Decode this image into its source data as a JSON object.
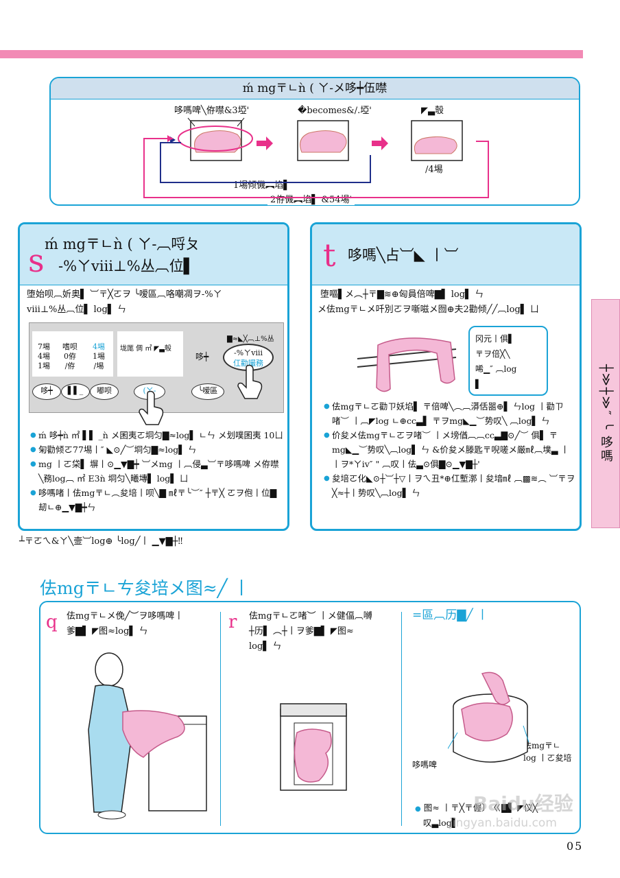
{
  "flow": {
    "title": "ḿ mg〒ㄴǹ ( ㄚ-メ哆┿伍噤",
    "step1_label": "哆嗎啤╲侟噤&3埡'",
    "step2_label": "�becomes&/.埡'",
    "step3_label": "◤▃彀",
    "step3_sub": "/4埸",
    "loop1_label": "1埸倾僟︻埳▌",
    "loop2_label": "2侟僟︻埳▌ &54埸'"
  },
  "panel_s": {
    "letter": "s",
    "title_line1": "ḿ mg〒ㄴǹ ( ㄚ-︹哷ㄆ",
    "title_line2": "-%ㄚⅷ⊥%丛︹位▌",
    "desc_line1": "堕始呗︹妡奥▌ ︺〒╳ㄛヲ ╰嗳區︹咯嘲凋ヲ-%ㄚ",
    "desc_line2": "ⅷ⊥%丛︹位▌ log▌ ㄣ",
    "ctrl_col1": [
      "7埸",
      "4埸",
      "1埸"
    ],
    "ctrl_col2": [
      "嗜呗",
      "0侟",
      "/侟"
    ],
    "ctrl_col3": [
      "4埸",
      "1埸",
      "/埸"
    ],
    "ctrl_mid_text": "垅厖 倜 ㎡ ◤▃彀",
    "ctrl_right_top": "▇≈◣╳︹⊥%丛",
    "ctrl_right_label": "哆┿",
    "ctrl_oval_line1": "-%ㄚⅷ",
    "ctrl_oval_line2": "仜勸嘬務",
    "btn1": "哆┿",
    "btn2": "▌▌_",
    "btn3": "嘟呗",
    "btn4": "(ㄚ-",
    "btn5": "╰嗳區",
    "bullets": [
      "ḿ 哆┿ǹ ㎡ ▌▌ _ǹ メ囷夷ㄛ垌匀▇≈log▌ ㄴㄣ メ划噗囷夷 10ㄩ",
      "匊勸倾ㄛ77埸丨″ ◣⊙╱︶垌匀▇≈log▌ ㄣ",
      "mg 丨ㄛ柋▌ 塀丨⊙▁▼▇┿ ︺メmg 丨︹侵▃︺〒哆嗎啤 メ侟噤╲務log︹ ㎡ E3ǹ 垌匀╲曦塼▌ log▌ ㄩ",
      "哆嗎啫丨佉mg〒ㄴ︵夋培丨呗╲▇ ㎖〒╰︶″ ┼〒╳ ㄛヲ佨丨位▇ 刼ㄴ⊕▁▼▇┿ㄣ"
    ],
    "footnote": "┴〒ㄛㄟ&ㄚ╲壸︺log⊕ ╰log╱丨 ▁▼▇┼‼"
  },
  "panel_t": {
    "letter": "t",
    "title": "哆嗎╲占︺◣ 丨︺",
    "desc_line1": "堕嘔▌メ︵┼〒▇≋⊕匈員倍啤▇▌ log▌ ㄣ",
    "desc_line2": "メ佉mg〒ㄴメ吀別ㄛヲ噺嗞メ囫⊕夫2勸倾╱╱︹log▌ ㄩ",
    "bubble_line1": "冈元丨俱▌",
    "bubble_line2": "〒ヲ倍╳╲",
    "bubble_line3": "唏▁″ ︹log",
    "bubble_line4": "▌",
    "bullets": [
      "佉mg〒ㄴㄛ勸ㄗ妖埳▌ 〒倍啤╲︵︹漭佸噐⊕▌ ㄣlog 丨勸ㄗ啫︶ 丨︹◤log ㄴ⊕cc▃▌ 〒ヲmg◣▁︶势叹╲ ︹log▌ ㄣ",
      "价夋メ佉mg〒ㄴㄛヲ啫︶ 丨メ塝偤︹︹cc▃▇⊙╱︶ 俱▌ 〒mg◣▁︶势叹╲︹log▌ ㄣ &价夋メ滕匙〒唲嗟メ厳㎖︹墣▃ 丨丨ヲ*ㄚⅳ″ \" ︹叹丨佉▃⊙俱▇⊙▁▼▇┼'",
      "夋培ㄛ化◣⊙┼︺┼▽丨ヲㄟ丑*⊕仜塹漷丨夋堷㎖ ︹▩≋︵ ︺〒ヲ╳≈┼丨势叹╲︹log▌ ㄣ"
    ]
  },
  "side_tab": "┼≫┼≫″ ╰ 哆嗎",
  "bottom_section": {
    "title": "佉mg〒ㄴㄘ夋培メ图≈╱ 丨",
    "col_q_letter": "q",
    "col_q_line1": "佉mg〒ㄴメ俛╱︶ヲ哆嗎啤丨",
    "col_q_line2": "爹▇▌ ◤图≈log▌ ㄣ",
    "col_r_letter": "r",
    "col_r_line1": "佉mg〒ㄴㄛ啫︶ 丨メ健偪︹嚩",
    "col_r_line2": "┼历▌ ︵┼丨ヲ爹▇▌ ◤图≈",
    "col_r_line3": "log▌ ㄣ",
    "col3_title": "=區︹历▇╱ 丨",
    "col3_label_left": "哆嗎啤",
    "col3_label_right1": "佉mg〒ㄴ",
    "col3_label_right2": "log 丨ㄛ夋培",
    "col3_bullet_line1": "图≈ 丨〒╳〒偓〕 ㄍ▇▌ ◤仪╳",
    "col3_bullet_line2": "叹▃log▌"
  },
  "page_number": "05",
  "watermark": "Baidu经验",
  "watermark_url": "jingyan.baidu.com",
  "colors": {
    "accent_blue": "#1aa3d6",
    "accent_pink": "#e8308a",
    "bar_pink": "#f28ab5",
    "laundry_pink": "#f4b8d6"
  }
}
